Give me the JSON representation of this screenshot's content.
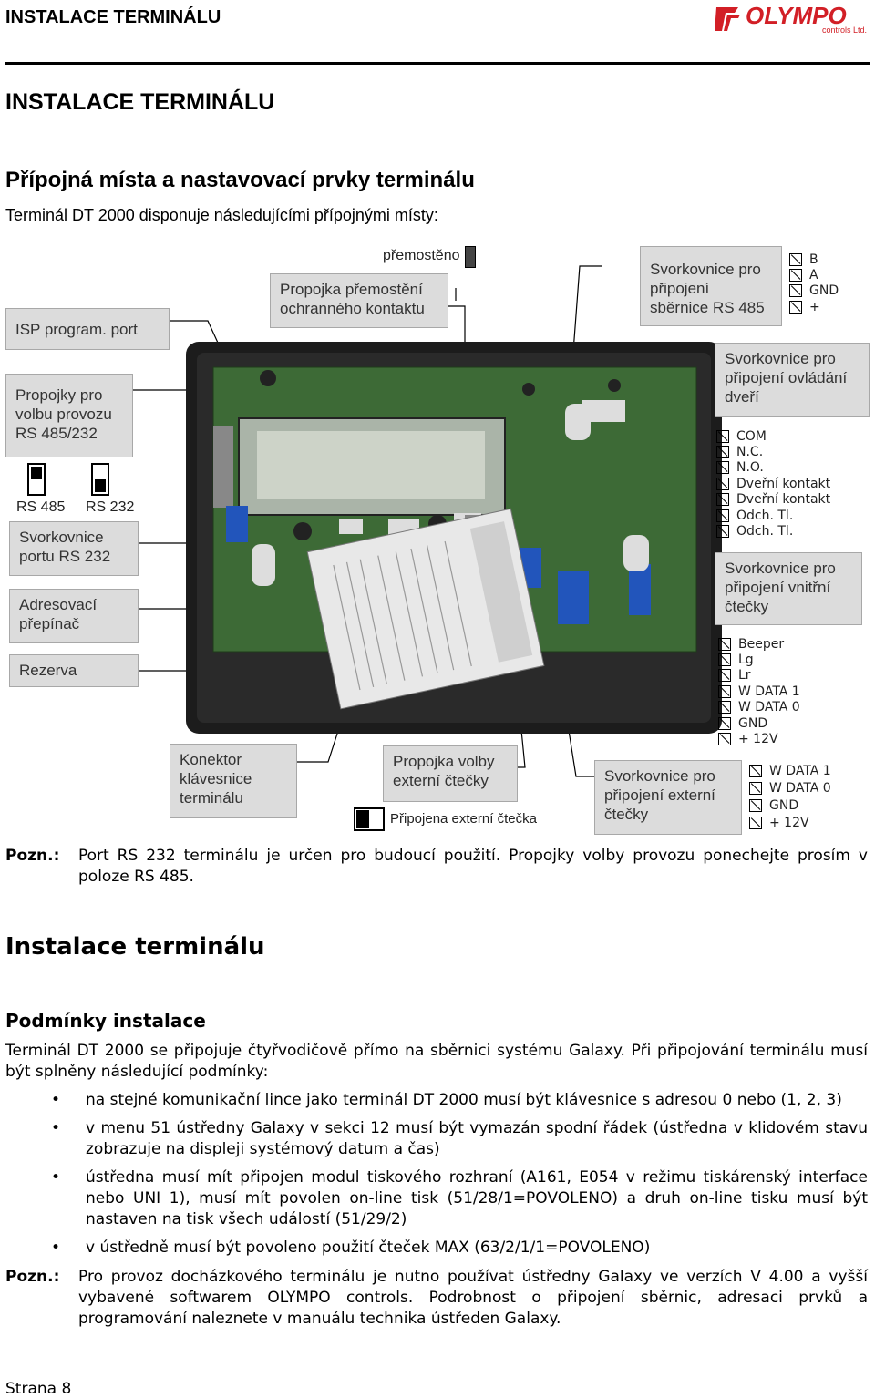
{
  "header": {
    "title": "INSTALACE TERMINÁLU",
    "logo_text": "OLYMPO",
    "logo_sub": "controls Ltd."
  },
  "page_title": "INSTALACE TERMINÁLU",
  "section1": {
    "title": "Přípojná místa a nastavovací prvky terminálu",
    "intro": "Terminál DT 2000 disponuje následujícími přípojnými místy:"
  },
  "labels": {
    "isp": "ISP program. port",
    "premosteno": "přemostěno",
    "propojka_premosteni": [
      "Propojka přemostění",
      "ochranného kontaktu"
    ],
    "rs485_bus": [
      "Svorkovnice pro",
      "připojení",
      "sběrnice RS 485"
    ],
    "rs485_terms": [
      "B",
      "A",
      "GND",
      "+"
    ],
    "mode_select": [
      "Propojky pro",
      "volbu provozu",
      "RS 485/232"
    ],
    "rs485": "RS 485",
    "rs232": "RS 232",
    "port232": [
      "Svorkovnice",
      "portu RS 232"
    ],
    "address": [
      "Adresovací",
      "přepínač"
    ],
    "reserve": "Rezerva",
    "door": [
      "Svorkovnice pro",
      "připojení ovládání",
      "dveří"
    ],
    "door_terms": [
      "COM",
      "N.C.",
      "N.O.",
      "Dveřní kontakt",
      "Dveřní kontakt",
      "Odch. Tl.",
      "Odch. Tl."
    ],
    "inner_reader": [
      "Svorkovnice pro",
      "připojení vnitřní",
      "čtečky"
    ],
    "inner_terms": [
      "Beeper",
      "Lg",
      "Lr",
      "W DATA 1",
      "W DATA 0",
      "GND",
      "+ 12V"
    ],
    "keypad": [
      "Konektor",
      "klávesnice",
      "terminálu"
    ],
    "ext_jumper": [
      "Propojka volby",
      "externí čtečky"
    ],
    "ext_connected": "Připojena externí čtečka",
    "ext_reader": [
      "Svorkovnice pro",
      "připojení externí",
      "čtečky"
    ],
    "ext_terms": [
      "W DATA 1",
      "W DATA 0",
      "GND",
      "+ 12V"
    ]
  },
  "note1": {
    "key": "Pozn.:",
    "text": "Port RS 232 terminálu je určen pro budoucí použití. Propojky volby provozu ponechejte prosím v poloze RS 485."
  },
  "section2": {
    "title": "Instalace terminálu",
    "subtitle": "Podmínky instalace",
    "intro": "Terminál DT 2000 se připojuje čtyřvodičově přímo na sběrnici systému Galaxy. Při připojování terminálu musí být splněny následující podmínky:",
    "conditions": [
      "na stejné komunikační lince jako terminál DT 2000 musí být klávesnice s adresou 0 nebo (1, 2, 3)",
      "v menu 51 ústředny Galaxy v sekci 12 musí být vymazán spodní řádek (ústředna v klidovém stavu zobrazuje na displeji systémový datum a čas)",
      "ústředna musí mít připojen modul tiskového rozhraní (A161, E054 v režimu tiskárenský interface nebo UNI 1), musí mít povolen on-line tisk (51/28/1=POVOLENO) a druh on-line tisku musí být nastaven na tisk všech událostí (51/29/2)",
      "v ústředně musí být povoleno použití čteček MAX (63/2/1/1=POVOLENO)"
    ]
  },
  "note2": {
    "key": "Pozn.:",
    "text": "Pro provoz docházkového terminálu je nutno používat ústředny Galaxy ve verzích V 4.00 a vyšší vybavené softwarem OLYMPO controls. Podrobnost o připojení sběrnic, adresaci prvků a programování naleznete v manuálu technika ústředen Galaxy."
  },
  "footer": {
    "page": "Strana 8"
  },
  "colors": {
    "box_bg": "#dcdcdc",
    "board_green": "#3d6a36",
    "case_dark": "#1c1c1c",
    "logo_red": "#d21f26"
  }
}
